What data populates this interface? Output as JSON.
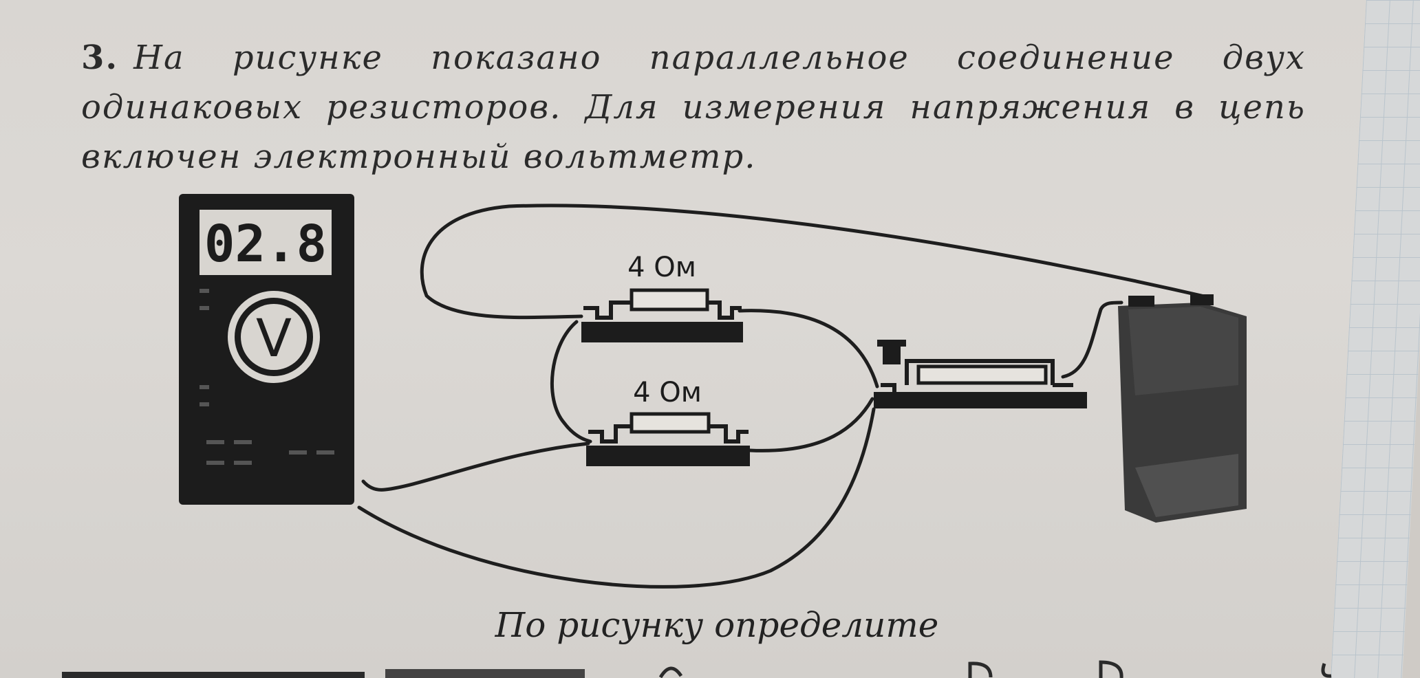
{
  "problem": {
    "number": "3.",
    "text": "На рисунке показано параллельное соединение двух одинаковых резисторов. Для измерения напряжения в цепь включен электронный вольтметр."
  },
  "figure": {
    "display_value": "02.8",
    "meter_symbol": "V",
    "resistor_top_label": "4 Ом",
    "resistor_bottom_label": "4 Ом"
  },
  "caption": "По рисунку определите",
  "colors": {
    "ink": "#1e1e1e",
    "paper": "#d9d6d2"
  }
}
